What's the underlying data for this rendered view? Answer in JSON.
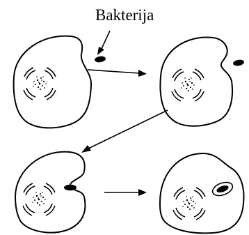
{
  "label": {
    "bacterium": "Bakterija"
  },
  "stages": [
    {
      "name": "stage-1-approach"
    },
    {
      "name": "stage-2-indentation"
    },
    {
      "name": "stage-3-engulfing"
    },
    {
      "name": "stage-4-vacuole"
    }
  ],
  "colors": {
    "ink": "#000000",
    "background": "#ffffff"
  }
}
